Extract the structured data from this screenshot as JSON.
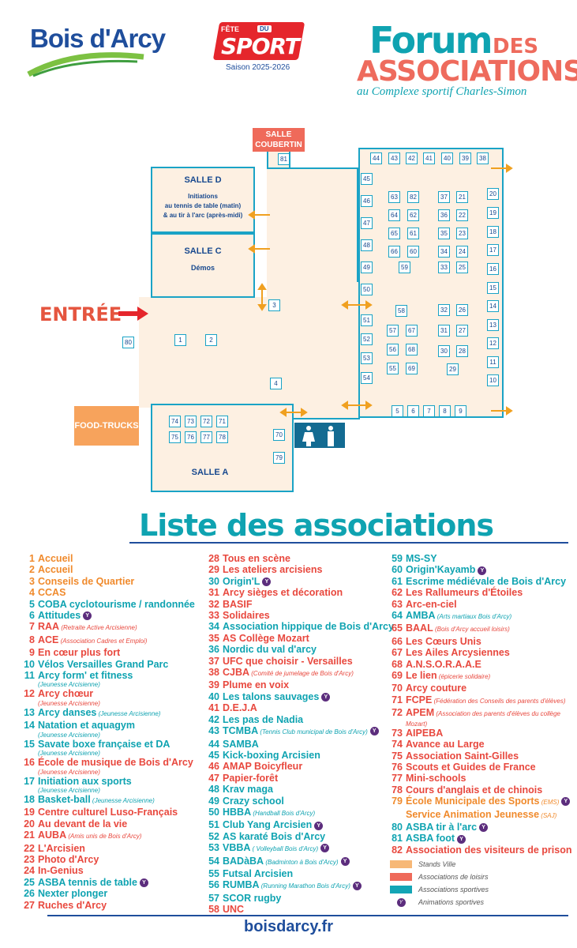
{
  "header": {
    "town": "Bois d'Arcy",
    "fete_line1": "FÊTE",
    "fete_du": "DU",
    "fete_sport": "SPORT",
    "season": "Saison 2025-2026",
    "forum": "Forum",
    "des": "DES",
    "associations": "ASSOCIATIONS",
    "subtitle": "au Complexe sportif Charles-Simon"
  },
  "map": {
    "coubertin": "SALLE COUBERTIN",
    "salle_d": "SALLE D",
    "salle_d_desc1": "Initiations",
    "salle_d_desc2": "au tennis de table (matin)",
    "salle_d_desc3": "& au tir à l'arc (après-midi)",
    "salle_c": "SALLE C",
    "salle_c_desc": "Démos",
    "salle_a": "SALLE A",
    "entree": "ENTRÉE",
    "food": "FOOD-TRUCKS"
  },
  "list": {
    "title": "Liste des associations",
    "col1": [
      {
        "n": "1",
        "name": "Accueil",
        "cat": "ville"
      },
      {
        "n": "2",
        "name": "Accueil",
        "cat": "ville"
      },
      {
        "n": "3",
        "name": "Conseils de Quartier",
        "cat": "ville"
      },
      {
        "n": "4",
        "name": "CCAS",
        "cat": "ville"
      },
      {
        "n": "5",
        "name": "COBA cyclotourisme / randonnée",
        "cat": "sport"
      },
      {
        "n": "6",
        "name": "Attitudes",
        "cat": "sport",
        "spt": true
      },
      {
        "n": "7",
        "name": "RAA",
        "note": "(Retraite Active Arcisienne)",
        "cat": "loisirs"
      },
      {
        "n": "8",
        "name": "ACE",
        "note": "(Association Cadres et Emploi)",
        "cat": "loisirs"
      },
      {
        "n": "9",
        "name": "En cœur plus fort",
        "cat": "loisirs"
      },
      {
        "n": "10",
        "name": "Vélos Versailles Grand Parc",
        "cat": "sport"
      },
      {
        "n": "11",
        "name": "Arcy form' et fitness",
        "sub": "(Jeunesse Arcisienne)",
        "cat": "sport"
      },
      {
        "n": "12",
        "name": "Arcy chœur",
        "sub": "(Jeunesse Arcisienne)",
        "cat": "loisirs"
      },
      {
        "n": "13",
        "name": "Arcy danses",
        "note": "(Jeunesse Arcisienne)",
        "cat": "sport"
      },
      {
        "n": "14",
        "name": "Natation et aquagym",
        "sub": "(Jeunesse Arcisienne)",
        "cat": "sport"
      },
      {
        "n": "15",
        "name": "Savate boxe française et DA",
        "sub": "(Jeunesse Arcisienne)",
        "cat": "sport"
      },
      {
        "n": "16",
        "name": "École de musique de Bois d'Arcy",
        "sub": "(Jeunesse Arcisienne)",
        "cat": "loisirs"
      },
      {
        "n": "17",
        "name": "Initiation aux sports",
        "sub": "(Jeunesse Arcisienne)",
        "cat": "sport"
      },
      {
        "n": "18",
        "name": "Basket-ball",
        "note": "(Jeunesse Arcisienne)",
        "cat": "sport"
      },
      {
        "n": "19",
        "name": "Centre culturel Luso-Français",
        "cat": "loisirs"
      },
      {
        "n": "20",
        "name": "Au devant de la vie",
        "cat": "loisirs"
      },
      {
        "n": "21",
        "name": "AUBA",
        "note": "(Amis unis de Bois d'Arcy)",
        "cat": "loisirs"
      },
      {
        "n": "22",
        "name": "L'Arcisien",
        "cat": "loisirs"
      },
      {
        "n": "23",
        "name": "Photo d'Arcy",
        "cat": "loisirs"
      },
      {
        "n": "24",
        "name": "In-Genius",
        "cat": "loisirs"
      },
      {
        "n": "25",
        "name": "ASBA tennis de table",
        "cat": "sport",
        "spt": true
      },
      {
        "n": "26",
        "name": "Nexter plonger",
        "cat": "sport"
      },
      {
        "n": "27",
        "name": "Ruches d'Arcy",
        "cat": "loisirs"
      }
    ],
    "col2": [
      {
        "n": "28",
        "name": "Tous en scène",
        "cat": "loisirs"
      },
      {
        "n": "29",
        "name": "Les ateliers arcisiens",
        "cat": "loisirs"
      },
      {
        "n": "30",
        "name": "Origin'L",
        "cat": "sport",
        "spt": true
      },
      {
        "n": "31",
        "name": "Arcy sièges et décoration",
        "cat": "loisirs"
      },
      {
        "n": "32",
        "name": "BASIF",
        "cat": "loisirs"
      },
      {
        "n": "33",
        "name": "Solidaires",
        "cat": "loisirs"
      },
      {
        "n": "34",
        "name": "Association hippique de Bois d'Arcy",
        "cat": "sport"
      },
      {
        "n": "35",
        "name": "AS Collège Mozart",
        "cat": "loisirs"
      },
      {
        "n": "36",
        "name": "Nordic du val d'arcy",
        "cat": "sport"
      },
      {
        "n": "37",
        "name": "UFC que choisir - Versailles",
        "cat": "loisirs"
      },
      {
        "n": "38",
        "name": "CJBA",
        "note": "(Comité de jumelage de Bois d'Arcy)",
        "cat": "loisirs"
      },
      {
        "n": "39",
        "name": "Plume en voix",
        "cat": "loisirs"
      },
      {
        "n": "40",
        "name": "Les talons sauvages",
        "cat": "sport",
        "spt": true
      },
      {
        "n": "41",
        "name": "D.E.J.A",
        "cat": "loisirs"
      },
      {
        "n": "42",
        "name": "Les pas de Nadia",
        "cat": "sport"
      },
      {
        "n": "43",
        "name": "TCMBA",
        "note": "(Tennis Club municipal de Bois d'Arcy)",
        "cat": "sport",
        "spt": true
      },
      {
        "n": "44",
        "name": "SAMBA",
        "cat": "sport"
      },
      {
        "n": "45",
        "name": "Kick-boxing Arcisien",
        "cat": "sport"
      },
      {
        "n": "46",
        "name": "AMAP Boicyfleur",
        "cat": "loisirs"
      },
      {
        "n": "47",
        "name": "Papier-forêt",
        "cat": "loisirs"
      },
      {
        "n": "48",
        "name": "Krav maga",
        "cat": "sport"
      },
      {
        "n": "49",
        "name": "Crazy school",
        "cat": "sport"
      },
      {
        "n": "50",
        "name": "HBBA",
        "note": "(Handball Bois d'Arcy)",
        "cat": "sport"
      },
      {
        "n": "51",
        "name": "Club Yang Arcisien",
        "cat": "sport",
        "spt": true
      },
      {
        "n": "52",
        "name": "AS karaté Bois d'Arcy",
        "cat": "sport"
      },
      {
        "n": "53",
        "name": "VBBA",
        "note": "( Volleyball Bois d'Arcy)",
        "cat": "sport",
        "spt": true
      },
      {
        "n": "54",
        "name": "BADàBA",
        "note": "(Badminton à Bois d'Arcy)",
        "cat": "sport",
        "spt": true
      },
      {
        "n": "55",
        "name": "Futsal Arcisien",
        "cat": "sport"
      },
      {
        "n": "56",
        "name": "RUMBA",
        "note": "(Running Marathon Bois d'Arcy)",
        "cat": "sport",
        "spt": true
      },
      {
        "n": "57",
        "name": "SCOR rugby",
        "cat": "sport"
      },
      {
        "n": "58",
        "name": "UNC",
        "cat": "loisirs"
      }
    ],
    "col3": [
      {
        "n": "59",
        "name": "MS-SY",
        "cat": "sport"
      },
      {
        "n": "60",
        "name": "Origin'Kayamb",
        "cat": "sport",
        "spt": true
      },
      {
        "n": "61",
        "name": "Escrime médiévale de Bois d'Arcy",
        "cat": "sport"
      },
      {
        "n": "62",
        "name": "Les Rallumeurs d'Étoiles",
        "cat": "loisirs"
      },
      {
        "n": "63",
        "name": "Arc-en-ciel",
        "cat": "loisirs"
      },
      {
        "n": "64",
        "name": "AMBA",
        "note": "(Arts martiaux Bois d'Arcy)",
        "cat": "sport"
      },
      {
        "n": "65",
        "name": "BAAL",
        "note": "(Bois d'Arcy accueil loisirs)",
        "cat": "loisirs"
      },
      {
        "n": "66",
        "name": "Les Cœurs Unis",
        "cat": "loisirs"
      },
      {
        "n": "67",
        "name": "Les Ailes Arcysiennes",
        "cat": "loisirs"
      },
      {
        "n": "68",
        "name": "A.N.S.O.R.A.A.E",
        "cat": "loisirs"
      },
      {
        "n": "69",
        "name": "Le lien",
        "note": "(épicerie solidaire)",
        "cat": "loisirs"
      },
      {
        "n": "70",
        "name": "Arcy couture",
        "cat": "loisirs"
      },
      {
        "n": "71",
        "name": "FCPE",
        "note": "(Fédération des Conseils des parents d'élèves)",
        "cat": "loisirs"
      },
      {
        "n": "72",
        "name": "APEM",
        "note": "(Association des parents d'élèves du collège",
        "sub": "Mozart)",
        "cat": "loisirs"
      },
      {
        "n": "73",
        "name": "AIPEBA",
        "cat": "loisirs"
      },
      {
        "n": "74",
        "name": "Avance au Large",
        "cat": "loisirs"
      },
      {
        "n": "75",
        "name": "Association Saint-Gilles",
        "cat": "loisirs"
      },
      {
        "n": "76",
        "name": "Scouts et Guides de France",
        "cat": "loisirs"
      },
      {
        "n": "77",
        "name": "Mini-schools",
        "cat": "loisirs"
      },
      {
        "n": "78",
        "name": "Cours d'anglais et de chinois",
        "cat": "loisirs"
      },
      {
        "n": "79",
        "name": "École Municipale des Sports",
        "note": "(EMS)",
        "cat": "ville",
        "spt": true
      },
      {
        "n": "",
        "name": "Service Animation Jeunesse",
        "note": "(SAJ)",
        "cat": "ville"
      },
      {
        "n": "80",
        "name": "ASBA tir à l'arc",
        "cat": "sport",
        "spt": true
      },
      {
        "n": "81",
        "name": "ASBA foot",
        "cat": "sport",
        "spt": true
      },
      {
        "n": "82",
        "name": "Association des visiteurs de prison",
        "cat": "loisirs"
      }
    ]
  },
  "legend": {
    "ville": "Stands Ville",
    "loisirs": "Associations de loisirs",
    "sport": "Associations sportives",
    "anim": "Animations sportives",
    "colors": {
      "ville": "#f7b877",
      "loisirs": "#ef6a5a",
      "sport": "#14a5b5"
    }
  },
  "footer": {
    "site": "boisdarcy.fr"
  }
}
